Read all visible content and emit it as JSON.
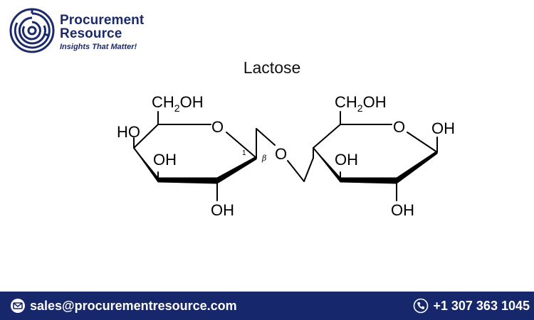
{
  "brand": {
    "line1": "Procurement",
    "line2": "Resource",
    "tagline": "Insights That Matter!",
    "logo_icon": "maze-circle-logo-icon",
    "color": "#1b2a6b"
  },
  "title": "Lactose",
  "molecule": {
    "labels": {
      "left_ch2oh": "CH",
      "left_ch2oh_sub": "2",
      "left_ch2oh_tail": "OH",
      "right_ch2oh": "CH",
      "right_ch2oh_sub": "2",
      "right_ch2oh_tail": "OH",
      "left_ring_o": "O",
      "right_ring_o": "O",
      "bridge_o": "O",
      "left_oh_4": "HO",
      "left_oh_3": "OH",
      "left_oh_2": "OH",
      "right_oh_3": "OH",
      "right_oh_2": "OH",
      "right_oh_1": "OH",
      "carbon_number": "1",
      "beta": "β"
    }
  },
  "footer": {
    "email": "sales@procurementresource.com",
    "email_icon": "envelope-icon",
    "phone": "+1 307 363 1045",
    "phone_icon": "phone-icon",
    "background": "#17276b"
  }
}
